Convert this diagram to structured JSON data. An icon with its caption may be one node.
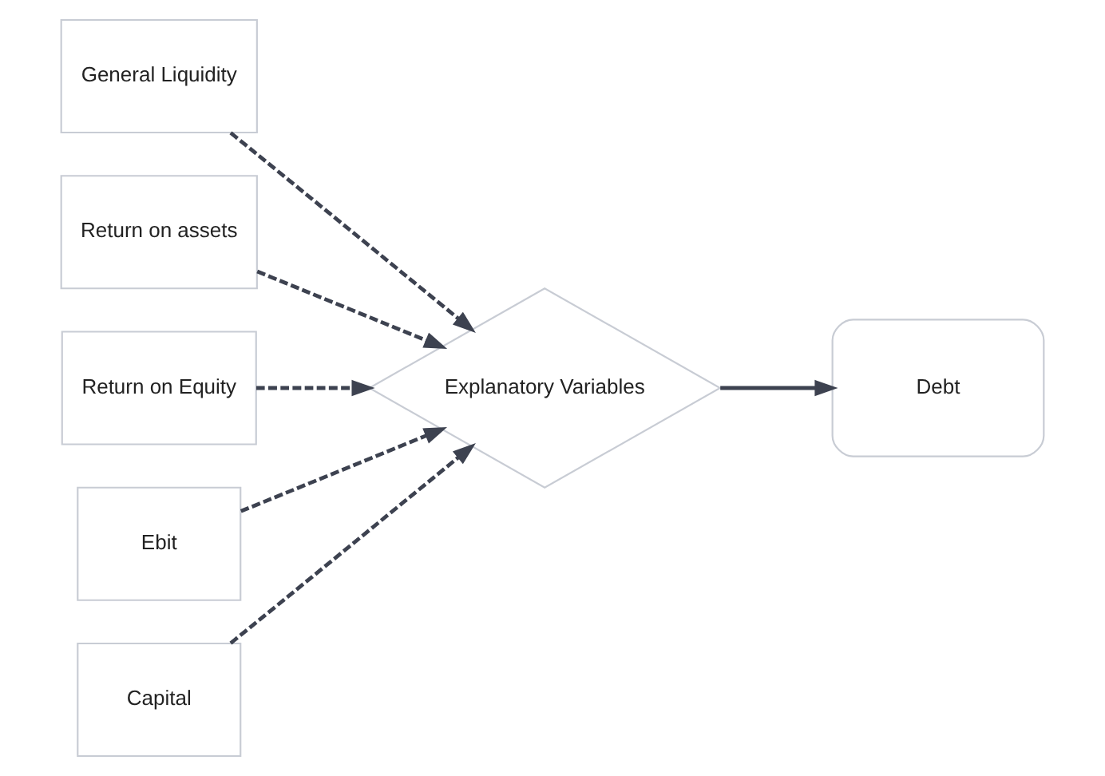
{
  "diagram": {
    "nodes": [
      {
        "text": [
          "General Liquidity"
        ]
      },
      {
        "text": [
          "Return on assets"
        ]
      },
      {
        "text": [
          "Return on Equity"
        ]
      },
      {
        "text": [
          "Ebit"
        ]
      },
      {
        "text": [
          "Capital"
        ]
      },
      {
        "text": [
          "Explanatory Variables"
        ]
      },
      {
        "text": [
          "Debt"
        ]
      }
    ],
    "edges": [
      {
        "from": 0,
        "to": 5,
        "arrow": "to",
        "style": "dashed"
      },
      {
        "from": 1,
        "to": 5,
        "arrow": "to",
        "style": "dashed"
      },
      {
        "from": 2,
        "to": 5,
        "arrow": "to",
        "style": "dashed"
      },
      {
        "from": 3,
        "to": 5,
        "arrow": "to",
        "style": "dashed"
      },
      {
        "from": 4,
        "to": 5,
        "arrow": "to",
        "style": "dashed"
      },
      {
        "from": 5,
        "to": 6,
        "arrow": "to"
      }
    ]
  }
}
